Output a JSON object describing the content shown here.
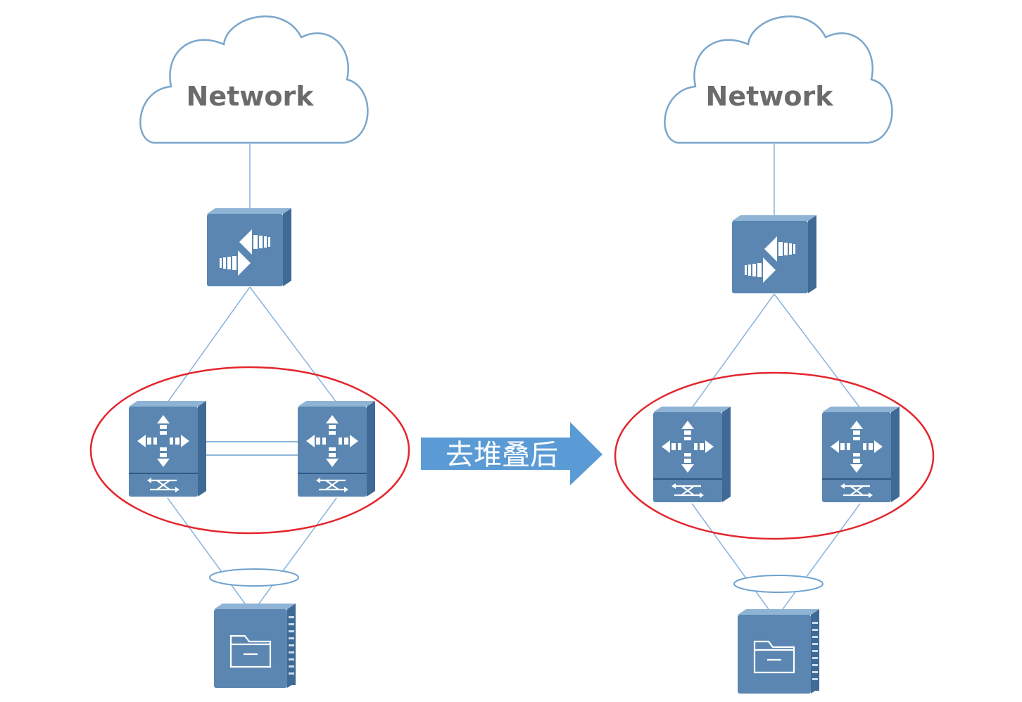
{
  "left": {
    "cloud_label": "Network"
  },
  "right": {
    "cloud_label": "Network"
  },
  "transition": {
    "label": "去堆叠后",
    "color": "#5b9bd5"
  },
  "colors": {
    "device": "#5a86b1",
    "device_dark": "#3f6a95",
    "link": "#8db7dc",
    "highlight_ring": "#e3262d",
    "cloud_outline": "#7aa6cc"
  },
  "icons": {
    "router": "router-icon",
    "core_switch": "core-switch-icon",
    "server": "server-icon",
    "cloud": "cloud-icon"
  }
}
